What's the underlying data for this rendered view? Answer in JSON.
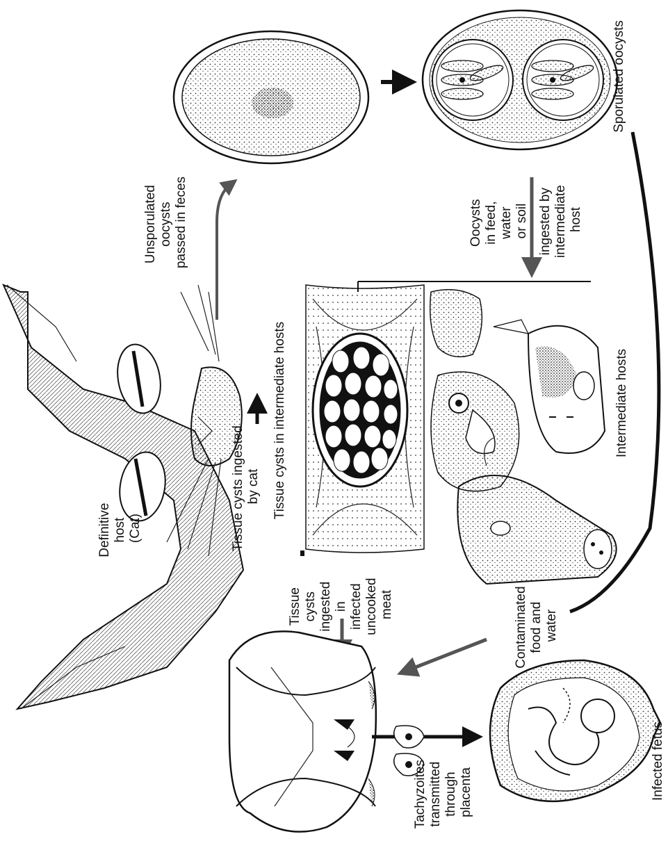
{
  "labels": {
    "definitive_host": [
      "Definitive",
      "host",
      "(Cat)"
    ],
    "unsporulated": [
      "Unsporulated",
      "oocysts",
      "passed in feces"
    ],
    "sporulated": "Sporulated oocysts",
    "oocysts_in_feed": [
      "Oocysts",
      "in feed,",
      "water",
      "or soil"
    ],
    "ingested_by_intermediate": [
      "ingested by",
      "intermediate",
      "host"
    ],
    "tissue_cysts_in_intermediate": "Tissue cysts in intermediate hosts",
    "tissue_cysts_ingested_by_cat": [
      "Tissue cysts ingested",
      "by cat"
    ],
    "tissue_cysts_ingested_meat": [
      "Tissue",
      "cysts",
      "ingested",
      "in",
      "infected",
      "uncooked",
      "meat"
    ],
    "intermediate_hosts": "Intermediate hosts",
    "contaminated": [
      "Contaminated",
      "food and",
      "water"
    ],
    "tachyzoites": [
      "Tachyzoites",
      "transmitted",
      "through",
      "placenta"
    ],
    "infected_fetus": "Infected fetus"
  },
  "icons": {
    "cat": "cat-head-icon",
    "unsporulated_oocyst": "unsporulated-oocyst-icon",
    "sporulated_oocyst": "sporulated-oocyst-icon",
    "tissue_cyst": "tissue-cyst-icon",
    "intermediate_hosts": "farm-animals-icon",
    "human": "human-head-icon",
    "tachyzoites": "tachyzoites-icon",
    "fetus": "fetus-icon"
  },
  "colors": {
    "ink": "#111111",
    "background": "#ffffff"
  }
}
